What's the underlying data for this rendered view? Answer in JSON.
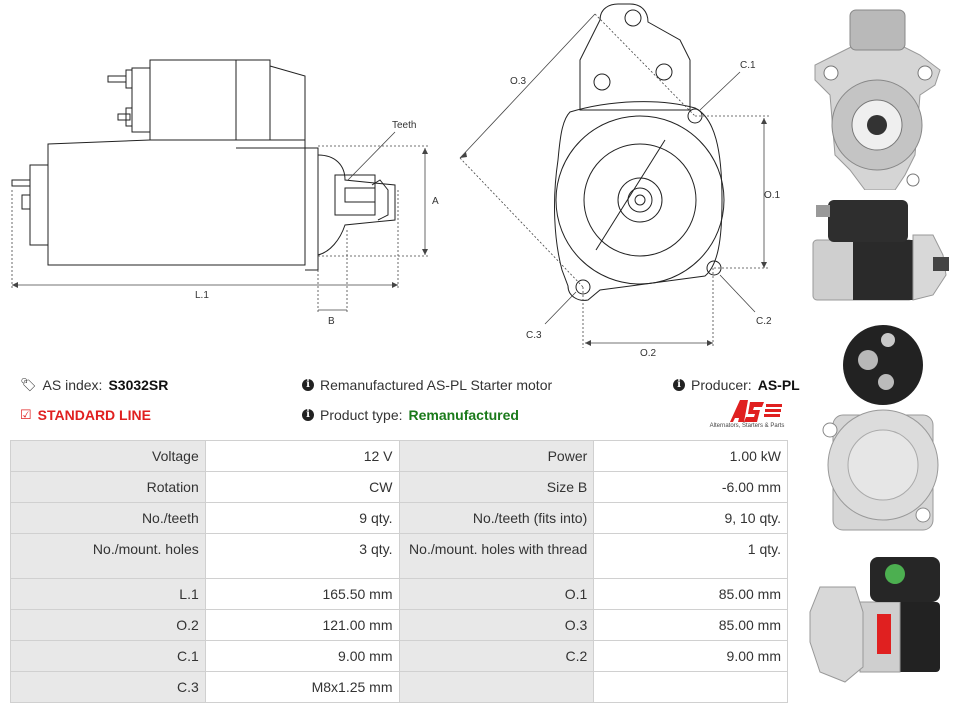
{
  "diagram": {
    "labels": {
      "teeth": "Teeth",
      "a": "A",
      "b": "B",
      "l1": "L.1",
      "o3": "O.3",
      "c1": "C.1",
      "o1": "O.1",
      "c2": "C.2",
      "c3": "C.3",
      "o2": "O.2"
    }
  },
  "info": {
    "as_index_label": "AS index:",
    "as_index_value": "S3032SR",
    "description": "Remanufactured AS-PL Starter motor",
    "producer_label": "Producer:",
    "producer_value": "AS-PL",
    "standard_line": "STANDARD LINE",
    "product_type_label": "Product type:",
    "product_type_value": "Remanufactured"
  },
  "logo": {
    "text": "AS",
    "tagline": "Alternators, Starters & Parts",
    "color": "#e02020"
  },
  "specs": [
    [
      "Voltage",
      "12 V",
      "Power",
      "1.00 kW"
    ],
    [
      "Rotation",
      "CW",
      "Size B",
      "-6.00 mm"
    ],
    [
      "No./teeth",
      "9 qty.",
      "No./teeth (fits into)",
      "9, 10 qty."
    ],
    [
      "No./mount. holes",
      "3 qty.",
      "No./mount. holes with thread",
      "1 qty."
    ],
    [
      "L.1",
      "165.50 mm",
      "O.1",
      "85.00 mm"
    ],
    [
      "O.2",
      "121.00 mm",
      "O.3",
      "85.00 mm"
    ],
    [
      "C.1",
      "9.00 mm",
      "C.2",
      "9.00 mm"
    ],
    [
      "C.3",
      "M8x1.25 mm",
      "",
      ""
    ]
  ]
}
